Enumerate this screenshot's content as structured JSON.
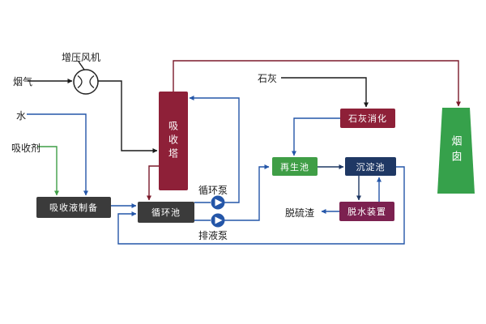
{
  "diagram": {
    "title": "flue-gas-desulfurization-process-flow",
    "labels": {
      "flue_gas": "烟气",
      "booster_fan": "增压风机",
      "water": "水",
      "absorbent": "吸收剂",
      "lime": "石灰",
      "circulation_pump": "循环泵",
      "drain_pump": "排液泵",
      "desulf_slag": "脱硫渣"
    },
    "nodes": {
      "absorption_prep": "吸收液制备",
      "absorption_tower": "吸收塔",
      "circulation_pool": "循环池",
      "lime_digestion": "石灰消化",
      "regeneration_pool": "再生池",
      "sedimentation_pool": "沉淀池",
      "dewatering_device": "脱水装置",
      "chimney": "烟囱"
    },
    "colors": {
      "maroon_box": "#8e2038",
      "dark_gray_box": "#3b3b3b",
      "green_box": "#3f9e46",
      "navy_box": "#1f3864",
      "purple_box": "#7c2150",
      "chimney_green": "#36a14b",
      "blue_line": "#2456a8",
      "navy_line": "#1f3864",
      "red_line": "#7b1a2b",
      "green_line": "#3f9e46",
      "black_line": "#1a1a1a"
    }
  }
}
